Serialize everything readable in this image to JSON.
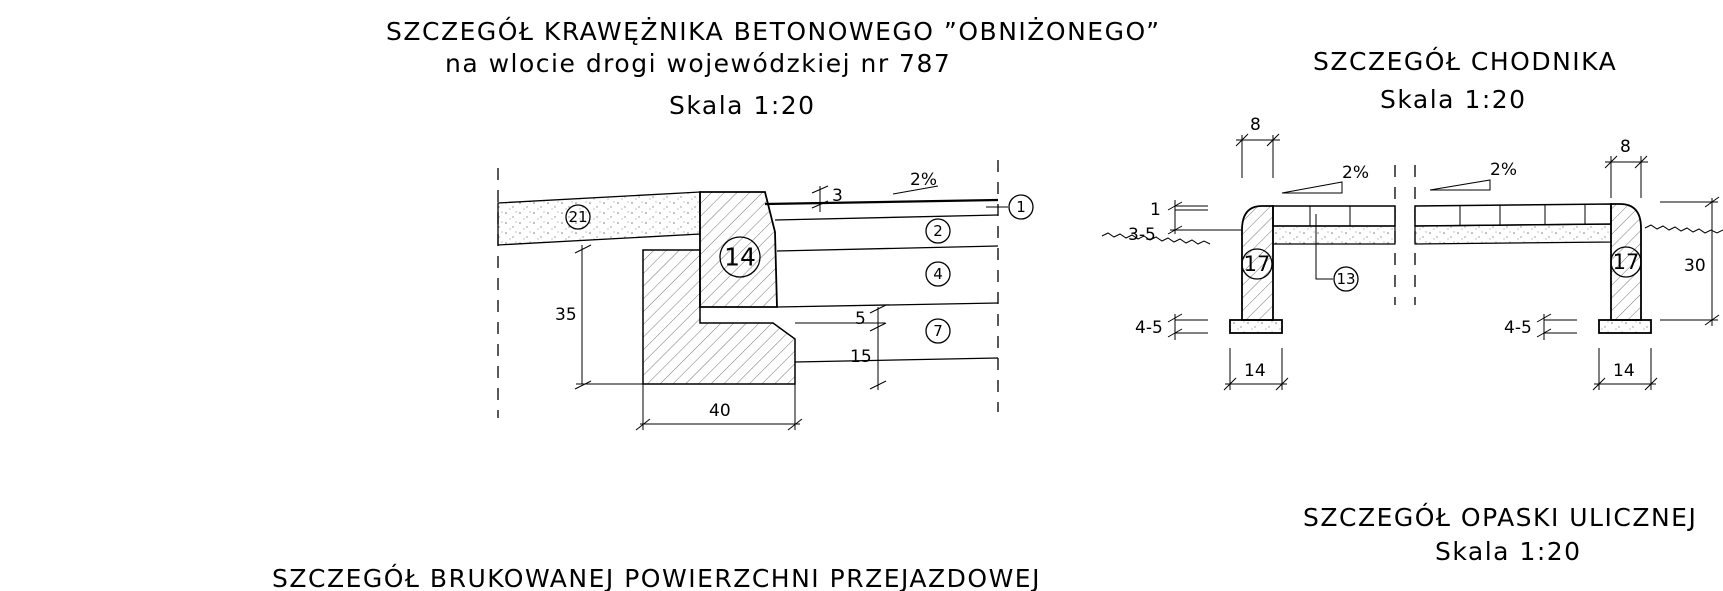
{
  "curb_detail": {
    "title": "SZCZEGÓŁ KRAWĘŻNIKA BETONOWEGO ”OBNIŻONEGO”",
    "subtitle": "na wlocie drogi wojewódzkiej nr 787",
    "scale": "Skala 1:20",
    "dims": {
      "d3": "3",
      "d35": "35",
      "d5": "5",
      "d15": "15",
      "d40": "40"
    },
    "slope": "2%",
    "tags": {
      "t21": "21",
      "t14": "14",
      "t1": "1",
      "t2": "2",
      "t4": "4",
      "t7": "7"
    }
  },
  "sidewalk_detail": {
    "title": "SZCZEGÓŁ CHODNIKA",
    "scale": "Skala 1:20",
    "dims": {
      "d8a": "8",
      "d8b": "8",
      "d1": "1",
      "d3_5": "3-5",
      "d4_5a": "4-5",
      "d4_5b": "4-5",
      "d14a": "14",
      "d14b": "14",
      "d30": "30"
    },
    "slope_a": "2%",
    "slope_b": "2%",
    "tags": {
      "t17a": "17",
      "t17b": "17",
      "t13": "13"
    }
  },
  "band_detail": {
    "title": "SZCZEGÓŁ OPASKI ULICZNEJ",
    "scale": "Skala 1:20"
  },
  "paving_detail": {
    "title": "SZCZEGÓŁ BRUKOWANEJ POWIERZCHNI PRZEJAZDOWEJ"
  }
}
